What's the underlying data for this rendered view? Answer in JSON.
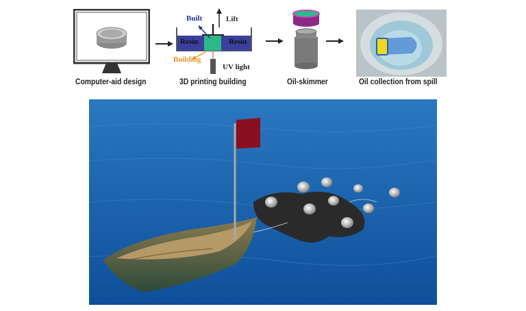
{
  "steps": [
    {
      "caption": "Computer-aid design"
    },
    {
      "caption": "3D printing building"
    },
    {
      "caption": "Oil-skimmer"
    },
    {
      "caption": "Oil collection from spill"
    }
  ],
  "printer_labels": {
    "built": "Built",
    "lift": "Lift",
    "resin_left": "Resin",
    "resin_right": "Resin",
    "building": "Building",
    "uv_light": "UV light"
  },
  "colors": {
    "resin": "#3b3f9e",
    "build": "#2fb88a",
    "building_arrow": "#e8922a",
    "built_text": "#2c2f8c",
    "ocean": "#1b5fa8"
  }
}
